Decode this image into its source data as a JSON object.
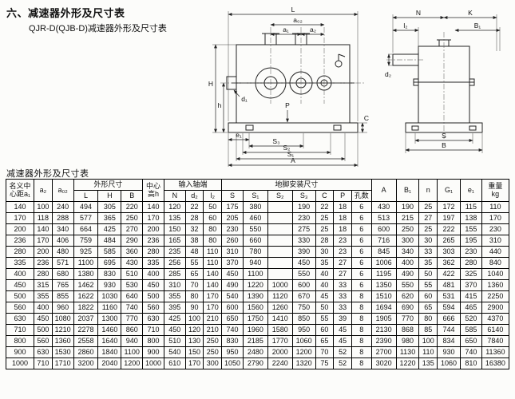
{
  "header": {
    "title": "六、减速器外形及尺寸表",
    "subtitle": "QJR-D(QJB-D)减速器外形及尺寸表"
  },
  "drawing": {
    "side": {
      "L": "L",
      "a02": "a₀₂",
      "a1": "a₁",
      "a2": "a₂",
      "H": "H",
      "h": "h",
      "d1": "d₁",
      "P": "P",
      "C": "C",
      "e1": "e₁",
      "S3": "S₃",
      "S2": "S₂",
      "S1": "S₁",
      "A": "A"
    },
    "end": {
      "N": "N",
      "K": "K",
      "l2": "l₂",
      "B1": "B₁",
      "d2": "d₂",
      "S": "S",
      "B": "B"
    }
  },
  "table": {
    "caption": "减速器外形及尺寸表",
    "headers": {
      "a1": "名义中\n心距a₁",
      "a2": "a₂",
      "a02": "a₀₂",
      "outline": "外形尺寸",
      "L": "L",
      "H": "H",
      "B": "B",
      "h": "中心\n高h",
      "input_shaft": "输入轴端",
      "N": "N",
      "d2": "d₂",
      "l2": "l₂",
      "foot": "地脚安装尺寸",
      "S": "S",
      "S1": "S₁",
      "S2": "S₂",
      "S3": "S₃",
      "C": "C",
      "P": "P",
      "holes": "孔数",
      "A": "A",
      "B1": "B₁",
      "n": "n",
      "G1": "G₁",
      "e1": "e₁",
      "weight": "重量\nkg"
    },
    "rows": [
      [
        "140",
        "100",
        "240",
        "494",
        "305",
        "220",
        "140",
        "120",
        "22",
        "50",
        "175",
        "380",
        "",
        "190",
        "22",
        "18",
        "6",
        "430",
        "190",
        "25",
        "172",
        "115",
        "110"
      ],
      [
        "170",
        "118",
        "288",
        "577",
        "365",
        "250",
        "170",
        "135",
        "28",
        "60",
        "205",
        "460",
        "",
        "230",
        "25",
        "18",
        "6",
        "513",
        "215",
        "27",
        "197",
        "138",
        "170"
      ],
      [
        "200",
        "140",
        "340",
        "664",
        "425",
        "270",
        "200",
        "150",
        "32",
        "80",
        "230",
        "550",
        "",
        "275",
        "25",
        "18",
        "6",
        "600",
        "250",
        "25",
        "222",
        "155",
        "230"
      ],
      [
        "236",
        "170",
        "406",
        "759",
        "484",
        "290",
        "236",
        "165",
        "38",
        "80",
        "260",
        "660",
        "",
        "330",
        "28",
        "23",
        "6",
        "716",
        "300",
        "30",
        "265",
        "195",
        "310"
      ],
      [
        "280",
        "200",
        "480",
        "925",
        "585",
        "360",
        "280",
        "235",
        "48",
        "110",
        "310",
        "780",
        "",
        "390",
        "30",
        "23",
        "6",
        "845",
        "340",
        "33",
        "303",
        "230",
        "440"
      ],
      [
        "335",
        "236",
        "571",
        "1100",
        "695",
        "430",
        "335",
        "256",
        "55",
        "110",
        "370",
        "940",
        "",
        "450",
        "35",
        "27",
        "6",
        "1006",
        "400",
        "35",
        "362",
        "280",
        "840"
      ],
      [
        "400",
        "280",
        "680",
        "1380",
        "830",
        "510",
        "400",
        "285",
        "65",
        "140",
        "450",
        "1100",
        "",
        "550",
        "40",
        "27",
        "6",
        "1195",
        "490",
        "50",
        "422",
        "325",
        "1040"
      ],
      [
        "450",
        "315",
        "765",
        "1462",
        "930",
        "530",
        "450",
        "310",
        "70",
        "140",
        "490",
        "1220",
        "1000",
        "600",
        "40",
        "33",
        "6",
        "1350",
        "550",
        "55",
        "481",
        "370",
        "1360"
      ],
      [
        "500",
        "355",
        "855",
        "1622",
        "1030",
        "640",
        "500",
        "355",
        "80",
        "170",
        "540",
        "1390",
        "1120",
        "670",
        "45",
        "33",
        "8",
        "1510",
        "620",
        "60",
        "531",
        "415",
        "2250"
      ],
      [
        "560",
        "400",
        "960",
        "1822",
        "1160",
        "740",
        "560",
        "395",
        "90",
        "170",
        "600",
        "1560",
        "1260",
        "750",
        "50",
        "33",
        "8",
        "1694",
        "690",
        "65",
        "594",
        "465",
        "2900"
      ],
      [
        "630",
        "450",
        "1080",
        "2037",
        "1300",
        "770",
        "630",
        "425",
        "100",
        "210",
        "650",
        "1750",
        "1410",
        "850",
        "55",
        "39",
        "8",
        "1905",
        "770",
        "80",
        "666",
        "520",
        "4370"
      ],
      [
        "710",
        "500",
        "1210",
        "2278",
        "1460",
        "860",
        "710",
        "450",
        "120",
        "210",
        "740",
        "1960",
        "1580",
        "950",
        "60",
        "45",
        "8",
        "2130",
        "868",
        "85",
        "744",
        "585",
        "6140"
      ],
      [
        "800",
        "560",
        "1360",
        "2558",
        "1640",
        "940",
        "800",
        "510",
        "130",
        "250",
        "830",
        "2185",
        "1770",
        "1060",
        "65",
        "45",
        "8",
        "2390",
        "980",
        "100",
        "834",
        "650",
        "7840"
      ],
      [
        "900",
        "630",
        "1530",
        "2860",
        "1840",
        "1100",
        "900",
        "540",
        "150",
        "250",
        "950",
        "2480",
        "2000",
        "1200",
        "70",
        "52",
        "8",
        "2700",
        "1130",
        "110",
        "930",
        "740",
        "11360"
      ],
      [
        "1000",
        "710",
        "1710",
        "3200",
        "2040",
        "1200",
        "1000",
        "610",
        "170",
        "300",
        "1050",
        "2790",
        "2240",
        "1320",
        "75",
        "52",
        "8",
        "3020",
        "1220",
        "135",
        "1060",
        "810",
        "16380"
      ]
    ]
  }
}
